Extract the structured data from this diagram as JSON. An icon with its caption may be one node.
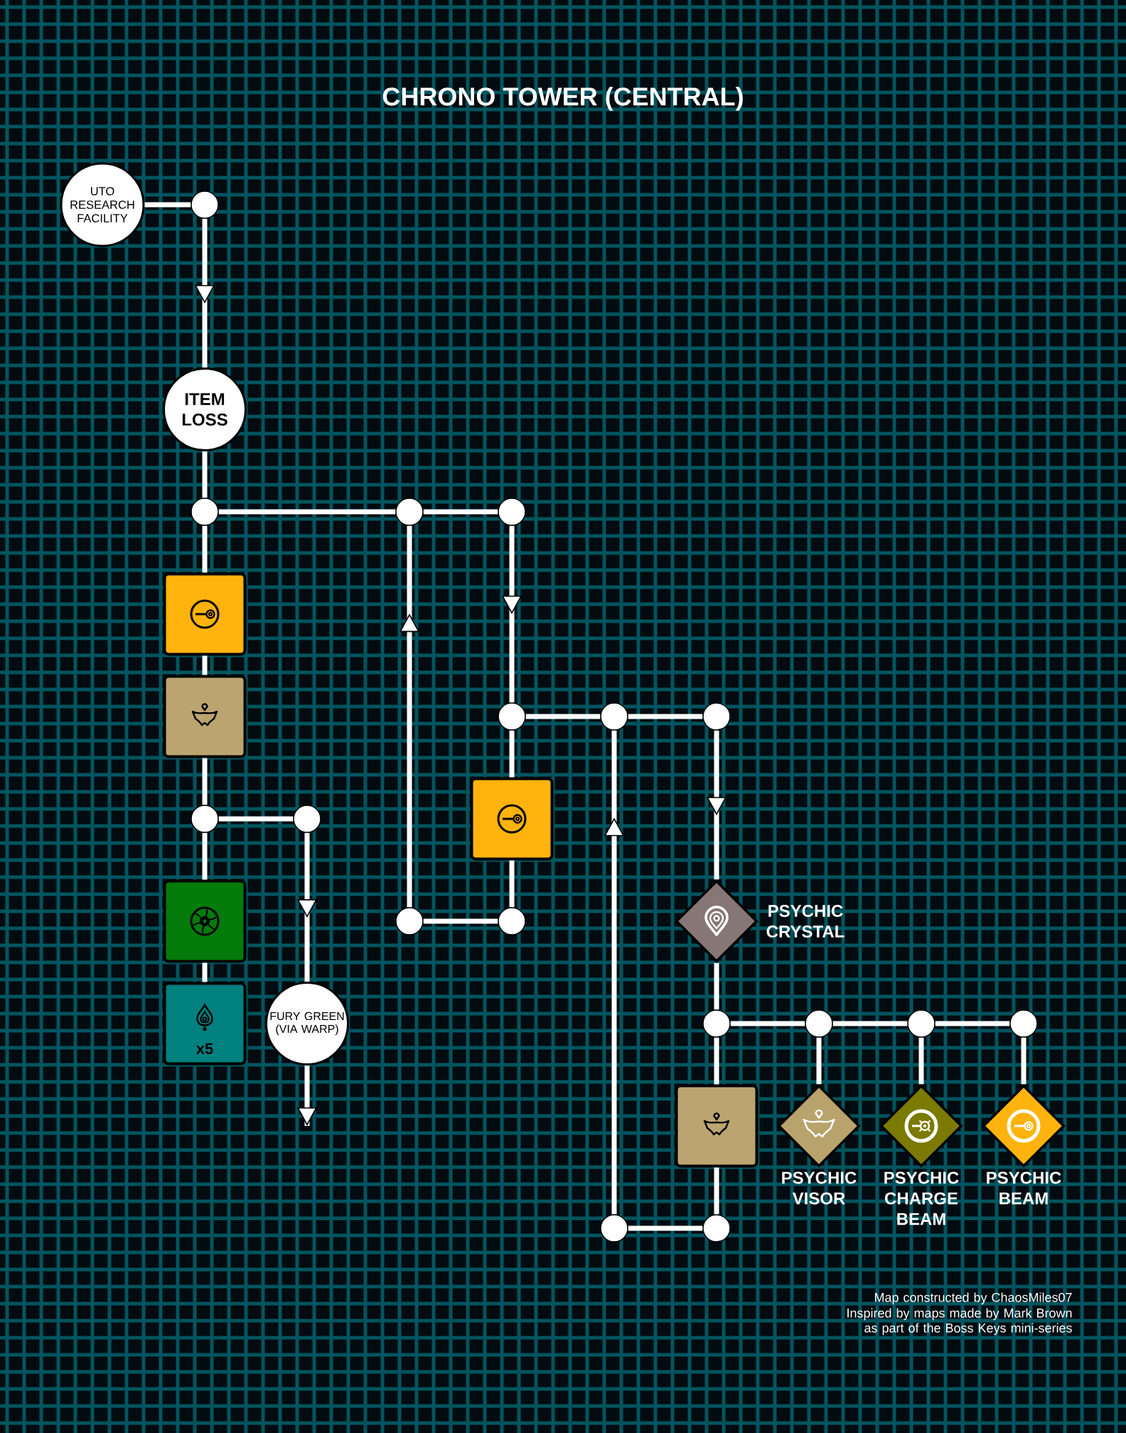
{
  "diagram": {
    "title": "CHRONO TOWER (CENTRAL)",
    "nodes": [
      {
        "text": [
          "UTO RESEARCH FACILITY"
        ]
      },
      {
        "text": [],
        "shape": "circle"
      },
      {
        "text": [
          "ITEM LOSS"
        ]
      },
      {
        "text": [],
        "shape": "circle"
      },
      {
        "text": [],
        "shape": "circle"
      },
      {
        "text": [],
        "shape": "circle"
      },
      {
        "text": [],
        "shape": "box"
      },
      {
        "text": [],
        "shape": "box"
      },
      {
        "text": [],
        "shape": "circle"
      },
      {
        "text": [],
        "shape": "circle"
      },
      {
        "text": [],
        "shape": "box"
      },
      {
        "text": [
          "x5"
        ]
      },
      {
        "text": [
          "FURY GREEN (VIA WARP)"
        ]
      },
      {
        "text": [],
        "shape": "circle"
      },
      {
        "text": [],
        "shape": "circle"
      },
      {
        "text": [],
        "shape": "circle"
      },
      {
        "text": [],
        "shape": "box"
      },
      {
        "text": [],
        "shape": "circle"
      },
      {
        "text": [],
        "shape": "circle"
      },
      {
        "text": [],
        "shape": "diamond",
        "beside": [
          "PSYCHIC CRYSTAL"
        ]
      },
      {
        "text": [],
        "shape": "circle"
      },
      {
        "text": [],
        "shape": "circle"
      },
      {
        "text": [],
        "shape": "circle"
      },
      {
        "text": [],
        "shape": "circle"
      },
      {
        "text": [],
        "shape": "box"
      },
      {
        "text": [],
        "shape": "diamond",
        "beside": [
          "PSYCHIC VISOR"
        ]
      },
      {
        "text": [],
        "shape": "diamond",
        "beside": [
          "PSYCHIC CHARGE BEAM"
        ]
      },
      {
        "text": [],
        "shape": "diamond",
        "beside": [
          "PSYCHIC BEAM"
        ]
      },
      {
        "text": [],
        "shape": "circle"
      },
      {
        "text": [],
        "shape": "circle"
      }
    ],
    "edges": [
      {
        "from": 0,
        "to": 1,
        "arrow": "none"
      },
      {
        "from": 1,
        "to": 2,
        "arrow": "to"
      },
      {
        "from": 2,
        "to": 3,
        "arrow": "none"
      },
      {
        "from": 3,
        "to": 4,
        "arrow": "none"
      },
      {
        "from": 4,
        "to": 5,
        "arrow": "none"
      },
      {
        "from": 5,
        "to": 13,
        "arrow": "to"
      },
      {
        "from": 3,
        "to": 6,
        "arrow": "none"
      },
      {
        "from": 6,
        "to": 7,
        "arrow": "none"
      },
      {
        "from": 7,
        "to": 8,
        "arrow": "none"
      },
      {
        "from": 8,
        "to": 9,
        "arrow": "none"
      },
      {
        "from": 9,
        "to": 12,
        "arrow": "to"
      },
      {
        "from": 12,
        "to": null,
        "arrow": "to"
      },
      {
        "from": 8,
        "to": 10,
        "arrow": "none"
      },
      {
        "from": 10,
        "to": 11,
        "arrow": "none"
      },
      {
        "from": 17,
        "to": 4,
        "arrow": "to"
      },
      {
        "from": 17,
        "to": 18,
        "arrow": "none"
      },
      {
        "from": 18,
        "to": 16,
        "arrow": "none"
      },
      {
        "from": 16,
        "to": 13,
        "arrow": "none"
      },
      {
        "from": 13,
        "to": 14,
        "arrow": "none"
      },
      {
        "from": 14,
        "to": 15,
        "arrow": "none"
      },
      {
        "from": 15,
        "to": 19,
        "arrow": "to"
      },
      {
        "from": 28,
        "to": 14,
        "arrow": "to"
      },
      {
        "from": 28,
        "to": 29,
        "arrow": "none"
      },
      {
        "from": 29,
        "to": 24,
        "arrow": "none"
      },
      {
        "from": 24,
        "to": 20,
        "arrow": "none"
      },
      {
        "from": 20,
        "to": 19,
        "arrow": "none"
      },
      {
        "from": 20,
        "to": 21,
        "arrow": "none"
      },
      {
        "from": 21,
        "to": 22,
        "arrow": "none"
      },
      {
        "from": 22,
        "to": 23,
        "arrow": "none"
      },
      {
        "from": 21,
        "to": 25,
        "arrow": "none"
      },
      {
        "from": 22,
        "to": 26,
        "arrow": "none"
      },
      {
        "from": 23,
        "to": 27,
        "arrow": "none"
      }
    ],
    "labels": [
      "Map constructed by ChaosMiles07",
      "Inspired by maps made by Mark Brown as part of the Boss Keys mini-series"
    ]
  }
}
